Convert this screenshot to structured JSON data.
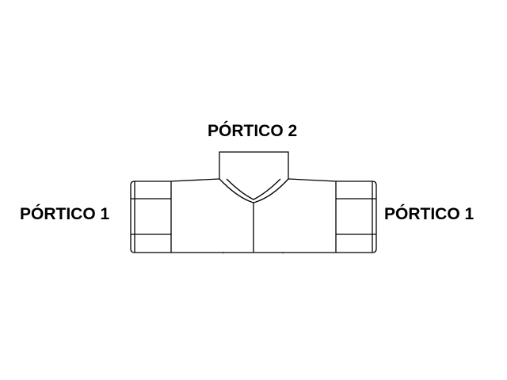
{
  "labels": {
    "top_port": "PÓRTICO 2",
    "left_port": "PÓRTICO 1",
    "right_port": "PÓRTICO 1"
  },
  "colors": {
    "line": "#000000",
    "background": "#ffffff"
  }
}
